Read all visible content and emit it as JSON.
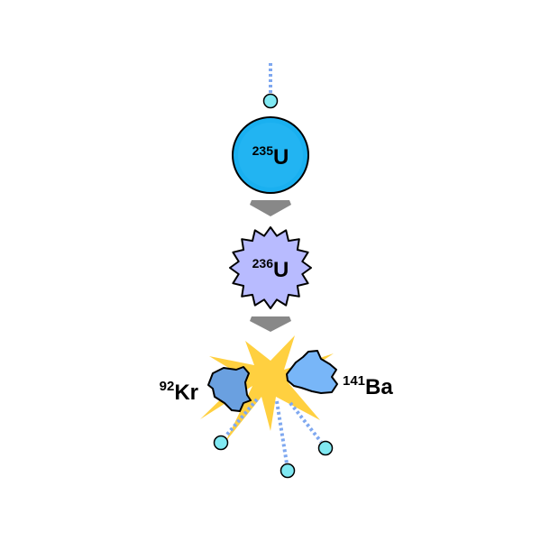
{
  "nuclei": {
    "u235": {
      "mass": "235",
      "symbol": "U"
    },
    "u236": {
      "mass": "236",
      "symbol": "U"
    },
    "kr92": {
      "mass": "92",
      "symbol": "Kr"
    },
    "ba141": {
      "mass": "141",
      "symbol": "Ba"
    }
  },
  "colors": {
    "neutron": "#80e8f2",
    "u235": "#1ab0f0",
    "u236": "#b8bbff",
    "kr": "#6aa0e0",
    "ba": "#78b6f8",
    "explosion": "#ffd040",
    "arrow": "#888888",
    "trail": "#7fa8f0"
  }
}
